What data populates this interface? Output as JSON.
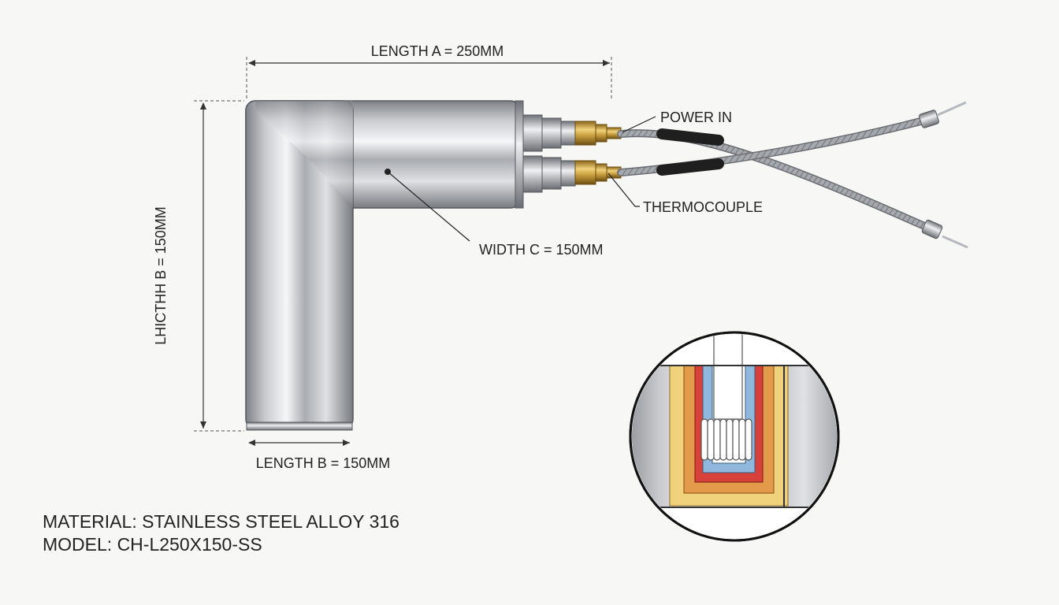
{
  "labels": {
    "length_a": "LENGTH A = 250MM",
    "length_b_vertical": "LHICTHH B = 150MM",
    "length_b_bottom": "LENGTH B = 150MM",
    "width_c": "WIDTH C = 150MM",
    "power_in": "POWER IN",
    "thermocouple": "THERMOCOUPLE"
  },
  "specs": {
    "material": "MATERIAL: STAINLESS STEEL ALLOY 316",
    "model": "MODEL: CH-L250X150-SS"
  },
  "colors": {
    "background": "#f7f7f6",
    "steel_dark": "#8a8d92",
    "steel_light": "#f4f5f6",
    "brass": "#c9a040",
    "sleeve": "#1f1f1f",
    "layer_blue": "#8fb8dc",
    "layer_red": "#d8413a",
    "layer_orange": "#e39a4a",
    "layer_yellow": "#f1d27c"
  }
}
